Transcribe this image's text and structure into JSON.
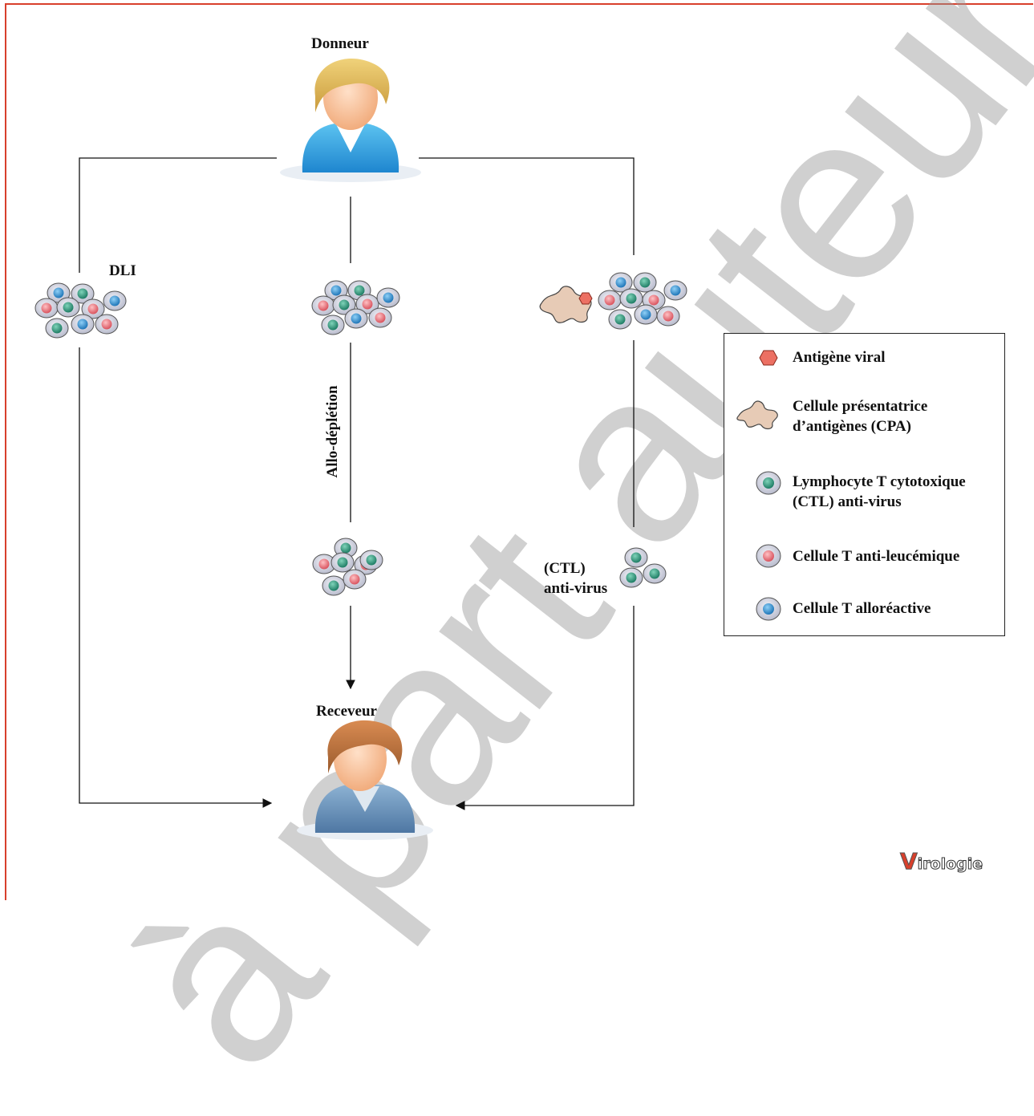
{
  "watermark": "à part auteur",
  "nodes": {
    "donneur": "Donneur",
    "receveur": "Receveur"
  },
  "labels": {
    "dli": "DLI",
    "allo_depletion": "Allo-déplétion",
    "ctl_line1": "(CTL)",
    "ctl_line2": "anti-virus"
  },
  "legend": {
    "items": [
      {
        "icon": "hexagon-icon",
        "text": "Antigène viral"
      },
      {
        "icon": "star-cell-icon",
        "text": "Cellule présentatrice\nd’antigènes (CPA)"
      },
      {
        "icon": "green-cell-icon",
        "text": "Lymphocyte T cytotoxique\n(CTL) anti-virus"
      },
      {
        "icon": "pink-cell-icon",
        "text": "Cellule T anti-leucémique"
      },
      {
        "icon": "blue-cell-icon",
        "text": "Cellule T alloréactive"
      }
    ]
  },
  "logo": {
    "v": "V",
    "rest": "irologie"
  },
  "colors": {
    "frame": "#d8402c",
    "green_nucleus": "#2f9a7f",
    "pink_nucleus": "#e8737c",
    "blue_nucleus": "#2f8fd0",
    "cell_membrane": "#d8d9e6",
    "antigen": "#ec7063",
    "cpa": "#e7cbb6"
  }
}
